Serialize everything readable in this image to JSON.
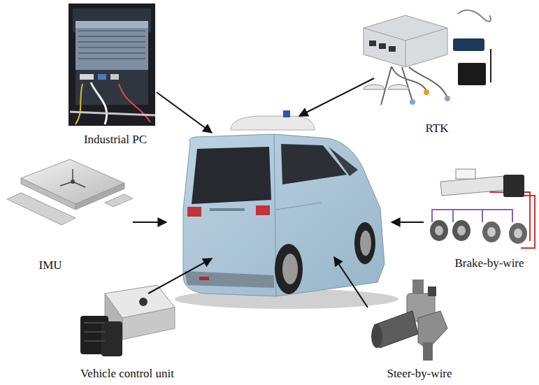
{
  "diagram": {
    "labels": [
      "Industrial PC",
      "RTK",
      "IMU",
      "Vehicle control unit",
      "Steer-by-wire",
      "Brake-by-wire"
    ]
  }
}
